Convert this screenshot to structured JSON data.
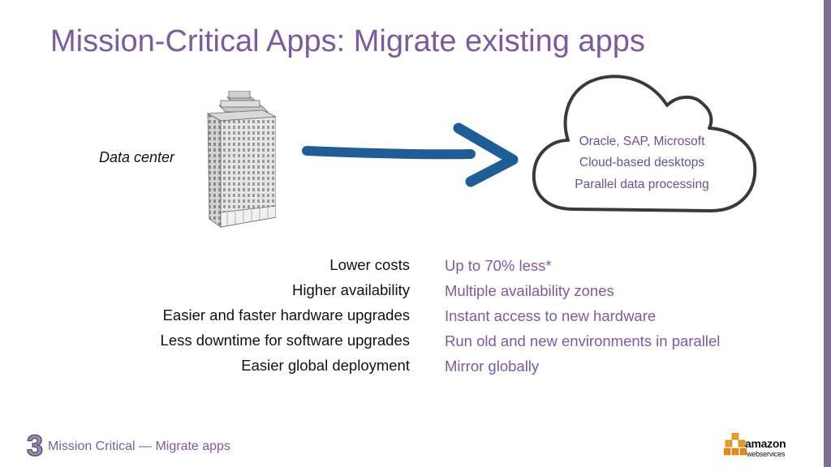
{
  "slide": {
    "title": "Mission-Critical Apps: Migrate existing apps",
    "data_center_label": "Data center"
  },
  "cloud": {
    "items": [
      "Oracle, SAP, Microsoft",
      "Cloud-based desktops",
      "Parallel data processing"
    ]
  },
  "benefits": [
    "Lower costs",
    "Higher availability",
    "Easier and faster hardware upgrades",
    "Less downtime for software upgrades",
    "Easier global deployment"
  ],
  "values": [
    "Up to 70% less*",
    "Multiple availability zones",
    "Instant access to new hardware",
    "Run old and new environments in parallel",
    "Mirror globally"
  ],
  "footer": {
    "number": "3",
    "text": "Mission Critical — Migrate apps",
    "logo_word": "amazon",
    "logo_sub": "webservices"
  },
  "colors": {
    "accent_purple": "#7d5aa0",
    "arrow_blue": "#1f5d96",
    "cloud_outline": "#3a3a3a",
    "aws_orange": "#f29a1f"
  },
  "icons": [
    "building-icon",
    "arrow-icon",
    "cloud-icon",
    "aws-logo-icon"
  ]
}
